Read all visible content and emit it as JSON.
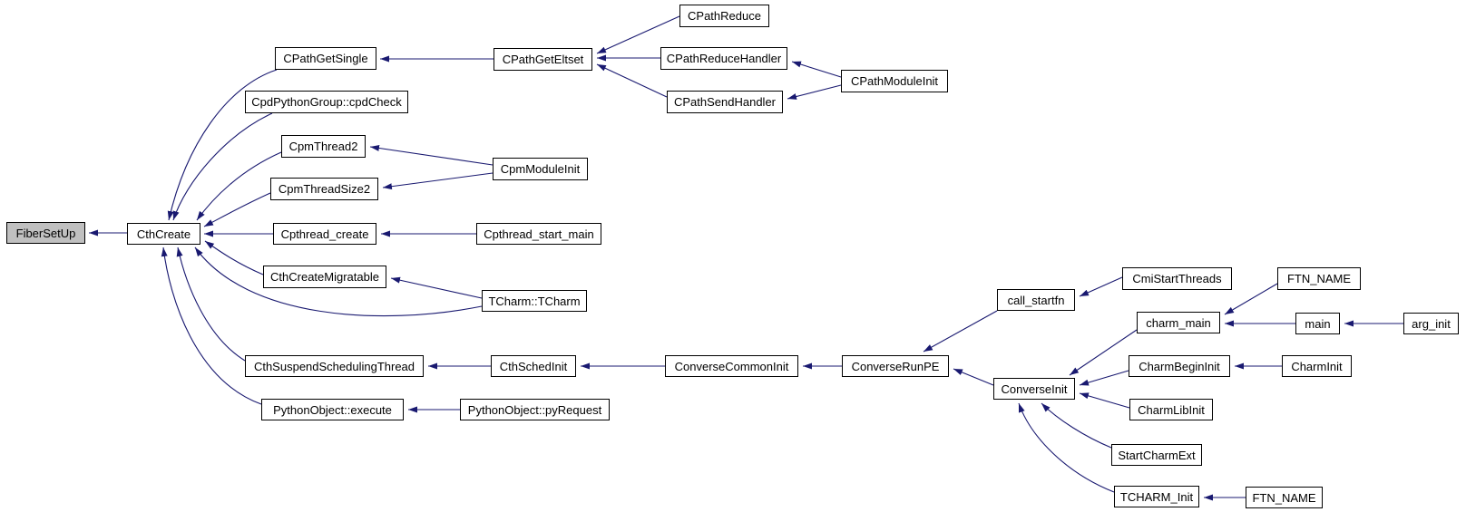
{
  "diagram": {
    "type": "caller-graph",
    "root": "FiberSetUp",
    "colors": {
      "edge": "#191970",
      "node_border": "#000000",
      "node_fill": "#ffffff",
      "root_fill": "#c0c0c0",
      "text": "#000000"
    }
  },
  "nodes": [
    {
      "id": "FiberSetUp",
      "label": "FiberSetUp"
    },
    {
      "id": "CthCreate",
      "label": "CthCreate"
    },
    {
      "id": "CPathGetSingle",
      "label": "CPathGetSingle"
    },
    {
      "id": "CPathGetEltset",
      "label": "CPathGetEltset"
    },
    {
      "id": "CPathReduce",
      "label": "CPathReduce"
    },
    {
      "id": "CPathReduceHandler",
      "label": "CPathReduceHandler"
    },
    {
      "id": "CPathSendHandler",
      "label": "CPathSendHandler"
    },
    {
      "id": "CPathModuleInit",
      "label": "CPathModuleInit"
    },
    {
      "id": "CpdPythonGroup::cpdCheck",
      "label": "CpdPythonGroup::cpdCheck"
    },
    {
      "id": "CpmThread2",
      "label": "CpmThread2"
    },
    {
      "id": "CpmThreadSize2",
      "label": "CpmThreadSize2"
    },
    {
      "id": "CpmModuleInit",
      "label": "CpmModuleInit"
    },
    {
      "id": "Cpthread_create",
      "label": "Cpthread_create"
    },
    {
      "id": "Cpthread_start_main",
      "label": "Cpthread_start_main"
    },
    {
      "id": "CthCreateMigratable",
      "label": "CthCreateMigratable"
    },
    {
      "id": "TCharm::TCharm",
      "label": "TCharm::TCharm"
    },
    {
      "id": "CthSuspendSchedulingThread",
      "label": "CthSuspendSchedulingThread"
    },
    {
      "id": "CthSchedInit",
      "label": "CthSchedInit"
    },
    {
      "id": "ConverseCommonInit",
      "label": "ConverseCommonInit"
    },
    {
      "id": "ConverseRunPE",
      "label": "ConverseRunPE"
    },
    {
      "id": "call_startfn",
      "label": "call_startfn"
    },
    {
      "id": "CmiStartThreads",
      "label": "CmiStartThreads"
    },
    {
      "id": "ConverseInit",
      "label": "ConverseInit"
    },
    {
      "id": "charm_main",
      "label": "charm_main"
    },
    {
      "id": "FTN_NAME_top",
      "label": "FTN_NAME"
    },
    {
      "id": "main",
      "label": "main"
    },
    {
      "id": "arg_init",
      "label": "arg_init"
    },
    {
      "id": "CharmBeginInit",
      "label": "CharmBeginInit"
    },
    {
      "id": "CharmInit",
      "label": "CharmInit"
    },
    {
      "id": "CharmLibInit",
      "label": "CharmLibInit"
    },
    {
      "id": "StartCharmExt",
      "label": "StartCharmExt"
    },
    {
      "id": "TCHARM_Init",
      "label": "TCHARM_Init"
    },
    {
      "id": "FTN_NAME_bottom",
      "label": "FTN_NAME"
    },
    {
      "id": "PythonObject::execute",
      "label": "PythonObject::execute"
    },
    {
      "id": "PythonObject::pyRequest",
      "label": "PythonObject::pyRequest"
    }
  ],
  "edges": [
    {
      "from": "CthCreate",
      "to": "FiberSetUp"
    },
    {
      "from": "CPathGetSingle",
      "to": "CthCreate"
    },
    {
      "from": "CpdPythonGroup::cpdCheck",
      "to": "CthCreate"
    },
    {
      "from": "CpmThread2",
      "to": "CthCreate"
    },
    {
      "from": "CpmThreadSize2",
      "to": "CthCreate"
    },
    {
      "from": "Cpthread_create",
      "to": "CthCreate"
    },
    {
      "from": "CthCreateMigratable",
      "to": "CthCreate"
    },
    {
      "from": "TCharm::TCharm",
      "to": "CthCreate"
    },
    {
      "from": "CthSuspendSchedulingThread",
      "to": "CthCreate"
    },
    {
      "from": "PythonObject::execute",
      "to": "CthCreate"
    },
    {
      "from": "CPathGetEltset",
      "to": "CPathGetSingle"
    },
    {
      "from": "CPathReduce",
      "to": "CPathGetEltset"
    },
    {
      "from": "CPathReduceHandler",
      "to": "CPathGetEltset"
    },
    {
      "from": "CPathSendHandler",
      "to": "CPathGetEltset"
    },
    {
      "from": "CPathModuleInit",
      "to": "CPathReduceHandler"
    },
    {
      "from": "CPathModuleInit",
      "to": "CPathSendHandler"
    },
    {
      "from": "CpmModuleInit",
      "to": "CpmThread2"
    },
    {
      "from": "CpmModuleInit",
      "to": "CpmThreadSize2"
    },
    {
      "from": "Cpthread_start_main",
      "to": "Cpthread_create"
    },
    {
      "from": "TCharm::TCharm",
      "to": "CthCreateMigratable"
    },
    {
      "from": "CthSchedInit",
      "to": "CthSuspendSchedulingThread"
    },
    {
      "from": "ConverseCommonInit",
      "to": "CthSchedInit"
    },
    {
      "from": "ConverseRunPE",
      "to": "ConverseCommonInit"
    },
    {
      "from": "call_startfn",
      "to": "ConverseRunPE"
    },
    {
      "from": "ConverseInit",
      "to": "ConverseRunPE"
    },
    {
      "from": "CmiStartThreads",
      "to": "call_startfn"
    },
    {
      "from": "charm_main",
      "to": "ConverseInit"
    },
    {
      "from": "CharmBeginInit",
      "to": "ConverseInit"
    },
    {
      "from": "CharmLibInit",
      "to": "ConverseInit"
    },
    {
      "from": "StartCharmExt",
      "to": "ConverseInit"
    },
    {
      "from": "TCHARM_Init",
      "to": "ConverseInit"
    },
    {
      "from": "FTN_NAME_top",
      "to": "charm_main"
    },
    {
      "from": "main",
      "to": "charm_main"
    },
    {
      "from": "arg_init",
      "to": "main"
    },
    {
      "from": "CharmInit",
      "to": "CharmBeginInit"
    },
    {
      "from": "FTN_NAME_bottom",
      "to": "TCHARM_Init"
    },
    {
      "from": "PythonObject::pyRequest",
      "to": "PythonObject::execute"
    }
  ]
}
